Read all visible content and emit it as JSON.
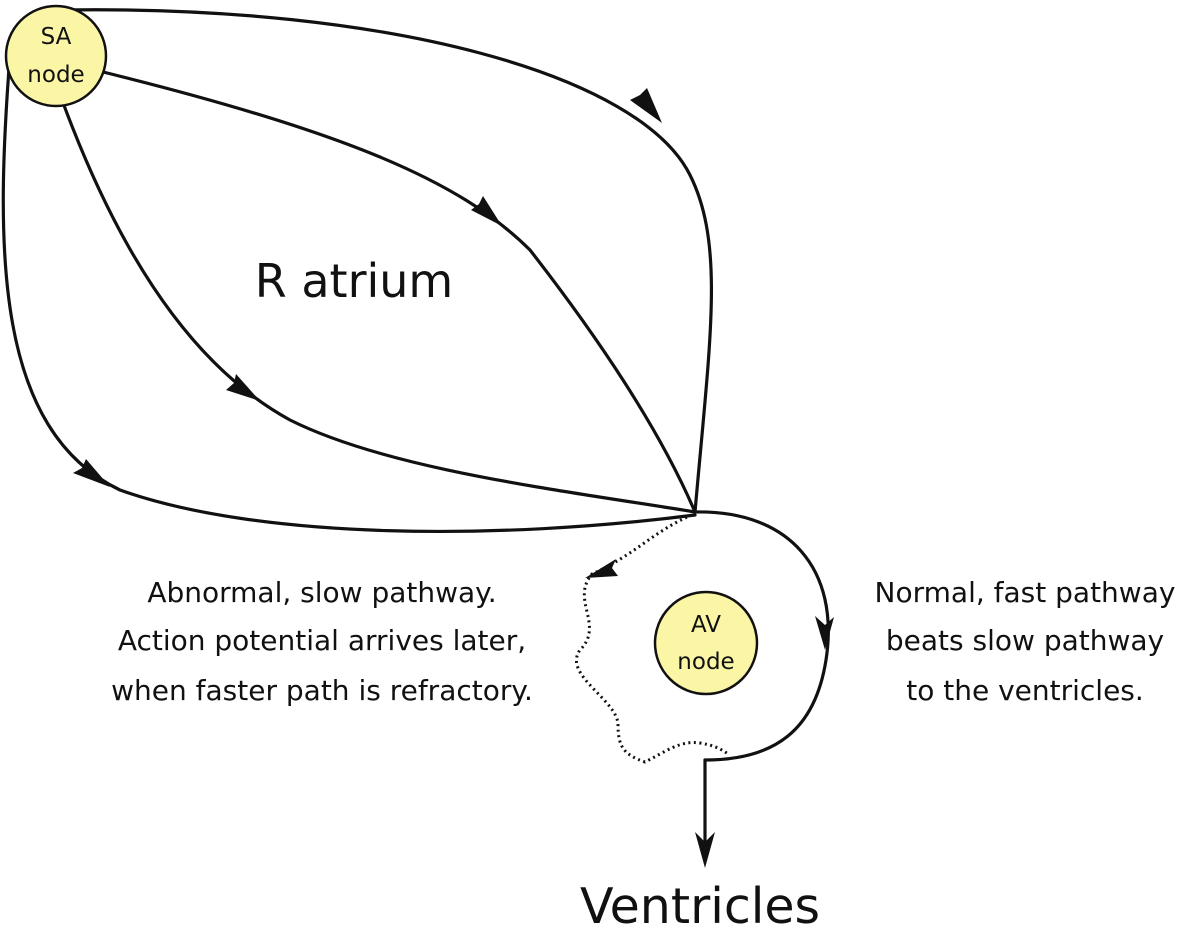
{
  "sa_node": {
    "line1": "SA",
    "line2": "node",
    "fill": "#fbf6a6"
  },
  "av_node": {
    "line1": "AV",
    "line2": "node",
    "fill": "#fbf6a6"
  },
  "r_atrium_label": "R atrium",
  "ventricles_label": "Ventricles",
  "slow_pathway_caption": {
    "line1": "Abnormal, slow pathway.",
    "line2": "Action potential arrives later,",
    "line3": "when faster path is refractory."
  },
  "fast_pathway_caption": {
    "line1": "Normal, fast pathway",
    "line2": "beats slow pathway",
    "line3": "to the ventricles."
  }
}
